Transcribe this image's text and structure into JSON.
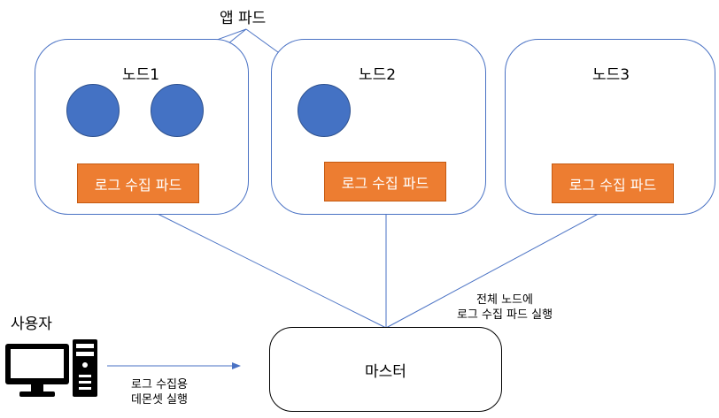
{
  "app_pod_label": "앱 파드",
  "nodes": [
    {
      "title": "노드1",
      "log_pod": "로그 수집 파드"
    },
    {
      "title": "노드2",
      "log_pod": "로그 수집 파드"
    },
    {
      "title": "노드3",
      "log_pod": "로그 수집 파드"
    }
  ],
  "user_label": "사용자",
  "master_label": "마스터",
  "user_note": {
    "line1": "로그 수집용",
    "line2": "데몬셋 실행"
  },
  "master_note": {
    "line1": "전체 노드에",
    "line2": "로그 수집 파드 실행"
  },
  "colors": {
    "node_border": "#4a72c4",
    "app_pod": "#4472c4",
    "log_pod": "#ed7d31",
    "arrow": "#4a72c4"
  },
  "icons": {
    "user": "desktop-computer-icon"
  }
}
